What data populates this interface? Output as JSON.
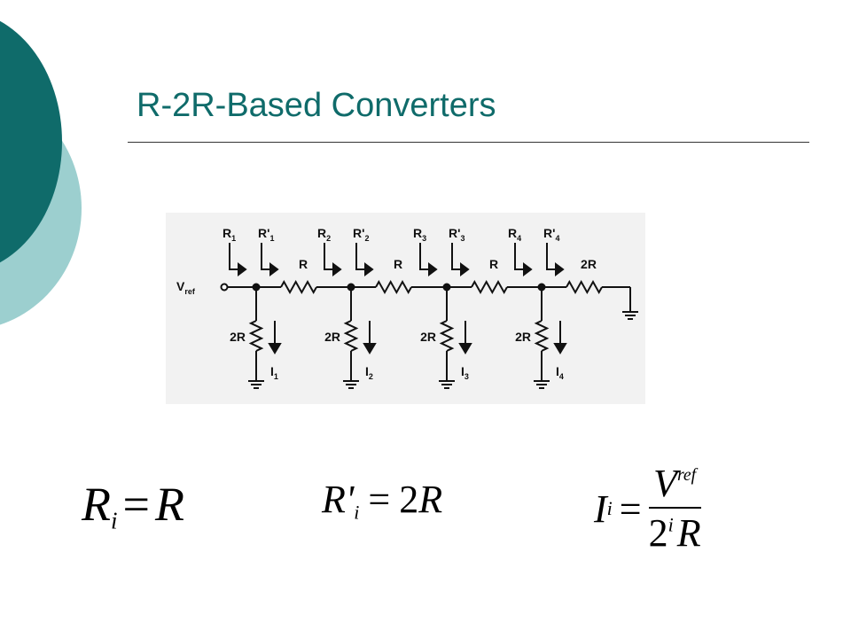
{
  "slide": {
    "title": "R-2R-Based Converters",
    "accent_color": "#0f6b6a",
    "accent_light_color": "#9ccfcf"
  },
  "circuit": {
    "source_label": "V",
    "source_label_sub": "ref",
    "series_resistor_label": "R",
    "terminating_resistor_label": "2R",
    "shunt_resistor_label": "2R",
    "stages": [
      {
        "r": "R",
        "r_sub": "1",
        "rp": "R'",
        "rp_sub": "1",
        "i": "I",
        "i_sub": "1"
      },
      {
        "r": "R",
        "r_sub": "2",
        "rp": "R'",
        "rp_sub": "2",
        "i": "I",
        "i_sub": "2"
      },
      {
        "r": "R",
        "r_sub": "3",
        "rp": "R'",
        "rp_sub": "3",
        "i": "I",
        "i_sub": "3"
      },
      {
        "r": "R",
        "r_sub": "4",
        "rp": "R'",
        "rp_sub": "4",
        "i": "I",
        "i_sub": "4"
      }
    ]
  },
  "equations": {
    "eq1": {
      "lhs": "R",
      "lhs_sub": "i",
      "eq": "=",
      "rhs": "R"
    },
    "eq2": {
      "lhs": "R'",
      "lhs_sub": "i",
      "eq": "=",
      "rhs_coef": "2",
      "rhs": "R"
    },
    "eq3": {
      "lhs": "I",
      "lhs_sub": "i",
      "eq": "=",
      "num": "V",
      "num_sub": "ref",
      "den_base": "2",
      "den_exp": "i",
      "den_var": "R"
    }
  }
}
